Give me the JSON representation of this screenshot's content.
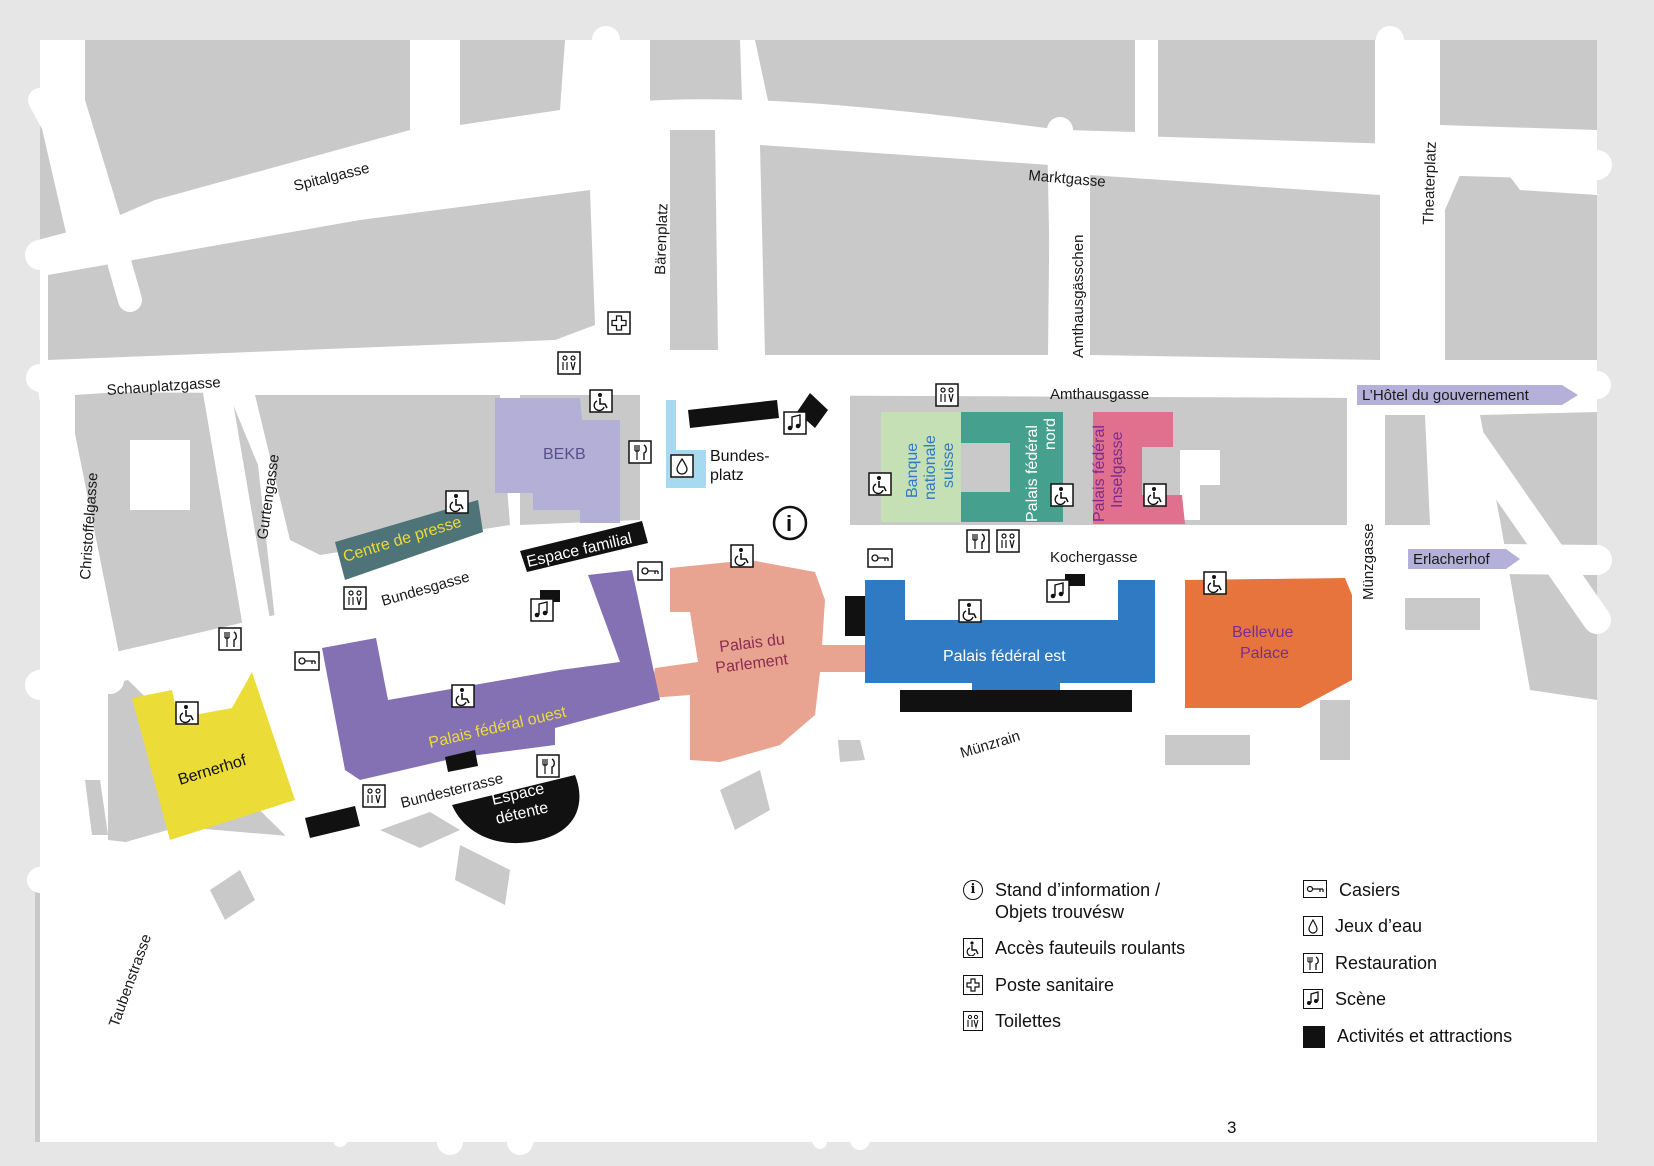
{
  "page_number": "3",
  "streets": {
    "spitalgasse": "Spitalgasse",
    "marktgasse": "Marktgasse",
    "theaterplatz": "Theaterplatz",
    "baerenplatz": "Bärenplatz",
    "amthausgaesschen": "Amthausgässchen",
    "schauplatzgasse": "Schauplatzgasse",
    "amthausgasse": "Amthausgasse",
    "christoffelgasse": "Christoffelgasse",
    "gurtengasse": "Gurtengasse",
    "bundesgasse": "Bundesgasse",
    "kochergasse": "Kochergasse",
    "muenzgasse": "Münzgasse",
    "muenzrain": "Münzrain",
    "bundesterrasse": "Bundesterrasse",
    "taubenstrasse": "Taubenstrasse"
  },
  "destinations": {
    "hotel_gouvernement": "L’Hôtel du gouvernement",
    "erlacherhof": "Erlacherhof"
  },
  "buildings": {
    "bekb": "BEKB",
    "bundesplatz_1": "Bundes-",
    "bundesplatz_2": "platz",
    "centre_presse": "Centre de presse",
    "espace_familial": "Espace familial",
    "banque_1": "Banque",
    "banque_2": "nationale",
    "banque_3": "suisse",
    "pf_nord_1": "Palais fédéral",
    "pf_nord_2": "nord",
    "pf_inselgasse_1": "Palais fédéral",
    "pf_inselgasse_2": "Inselgasse",
    "palais_parlement_1": "Palais du",
    "palais_parlement_2": "Parlement",
    "pf_est": "Palais fédéral est",
    "bellevue_1": "Bellevue",
    "bellevue_2": "Palace",
    "pf_ouest": "Palais fédéral ouest",
    "bernerhof": "Bernerhof",
    "espace_detente_1": "Espace",
    "espace_detente_2": "détente"
  },
  "colors": {
    "background": "#e6e6e6",
    "block": "#c9c9c9",
    "road": "#ffffff",
    "bekb": "#b4afd6",
    "centre_presse": "#4e7378",
    "banque": "#c4e0b4",
    "pf_nord": "#45a08e",
    "pf_inselgasse": "#e0708e",
    "parlement": "#e8a391",
    "pf_est": "#2f7ac3",
    "bellevue": "#e8743d",
    "pf_ouest": "#8471b3",
    "bernerhof": "#ebdc37",
    "activity": "#111111",
    "arrow": "#b5b0d9",
    "water": "#a6daf0"
  },
  "legend": {
    "left": [
      {
        "icon": "info-icon",
        "label_1": "Stand d’information /",
        "label_2": "Objets trouvésw"
      },
      {
        "icon": "wheelchair-icon",
        "label_1": "Accès fauteuils roulants"
      },
      {
        "icon": "first-aid-icon",
        "label_1": "Poste sanitaire"
      },
      {
        "icon": "toilets-icon",
        "label_1": "Toilettes"
      }
    ],
    "right": [
      {
        "icon": "key-icon",
        "label_1": "Casiers"
      },
      {
        "icon": "water-drop-icon",
        "label_1": "Jeux d’eau"
      },
      {
        "icon": "restaurant-icon",
        "label_1": "Restauration"
      },
      {
        "icon": "music-note-icon",
        "label_1": "Scène"
      },
      {
        "icon": "activity-square-icon",
        "label_1": "Activités et attractions"
      }
    ]
  }
}
